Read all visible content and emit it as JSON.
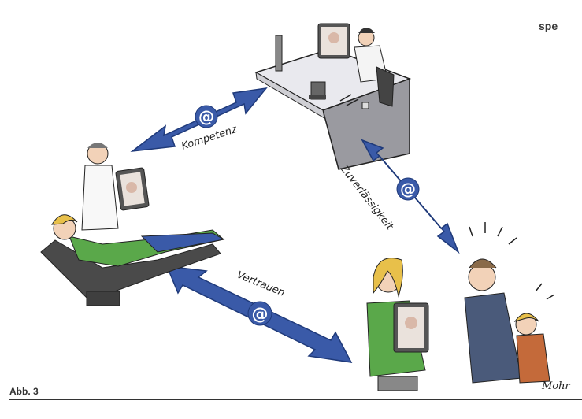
{
  "header": {
    "partial_text": "spe"
  },
  "figure": {
    "caption": "Abb. 3"
  },
  "arrows": {
    "top_left_label": "Kompetenz",
    "right_label": "Zuverlässigkeit",
    "bottom_label": "Vertrauen",
    "symbol": "@"
  },
  "signature": "Mohr",
  "colors": {
    "arrow": "#3a5aa8",
    "arrow_dark": "#24427f",
    "shirt_green": "#5aa84a",
    "chair": "#4a4a4a",
    "hair_blonde": "#e8c04a"
  }
}
